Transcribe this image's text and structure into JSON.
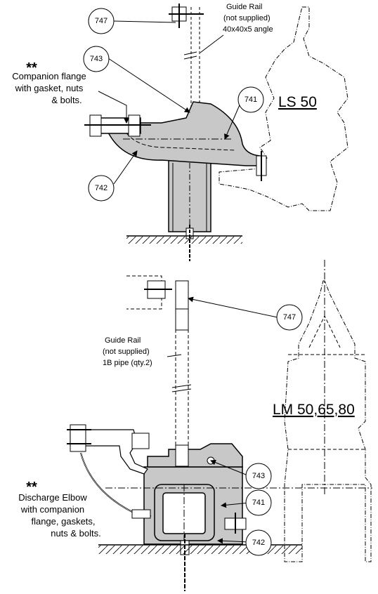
{
  "top": {
    "model_label": "LS 50",
    "guide_rail_note": [
      "Guide Rail",
      "(not supplied)",
      "40x40x5 angle"
    ],
    "companion_marker": "**",
    "companion_note": [
      "Companion flange",
      "with gasket, nuts",
      "& bolts."
    ],
    "callouts": {
      "a": "747",
      "b": "743",
      "c": "741",
      "d": "742"
    }
  },
  "bottom": {
    "model_label": "LM 50,65,80",
    "guide_rail_note": [
      "Guide Rail",
      "(not supplied)",
      "1B pipe (qty.2)"
    ],
    "elbow_marker": "**",
    "elbow_note": [
      "Discharge Elbow",
      "with companion",
      "flange, gaskets,",
      "nuts & bolts."
    ],
    "callouts": {
      "a": "747",
      "b": "743",
      "c": "741",
      "d": "742"
    }
  },
  "colors": {
    "part_fill": "#c8c8c8",
    "line": "#000000"
  }
}
